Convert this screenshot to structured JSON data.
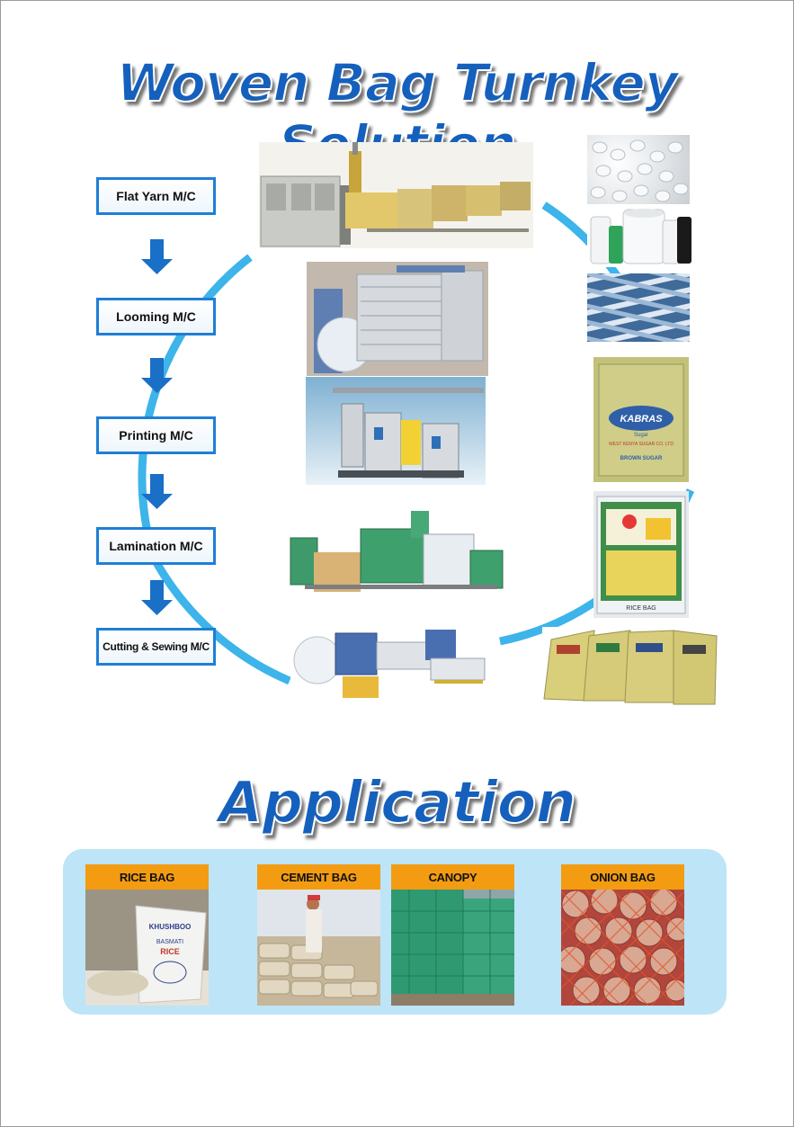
{
  "title": "Woven Bag Turnkey Solution",
  "steps": [
    {
      "label": "Flat Yarn M/C"
    },
    {
      "label": "Looming M/C"
    },
    {
      "label": "Printing M/C"
    },
    {
      "label": "Lamination M/C"
    },
    {
      "label": "Cutting & Sewing M/C"
    }
  ],
  "bag_labels": {
    "kabras_brand": "KABRAS",
    "kabras_sub": "Sugar",
    "kabras_maker": "WEST KENYA SUGAR CO. LTD",
    "kabras_product": "BROWN SUGAR",
    "rice_bag": "RICE BAG"
  },
  "application": {
    "title": "Application",
    "items": [
      {
        "label": "RICE BAG"
      },
      {
        "label": "CEMENT BAG"
      },
      {
        "label": "CANOPY"
      },
      {
        "label": "ONION BAG"
      }
    ],
    "rice_bag_print": [
      "KHUSHBOO",
      "BASMATI",
      "RICE"
    ]
  },
  "colors": {
    "title_blue": "#1560bd",
    "arrow_blue": "#1a6fc6",
    "ring_blue": "#3db4ea",
    "label_orange": "#f39c12",
    "panel_blue": "#bde4f7"
  }
}
